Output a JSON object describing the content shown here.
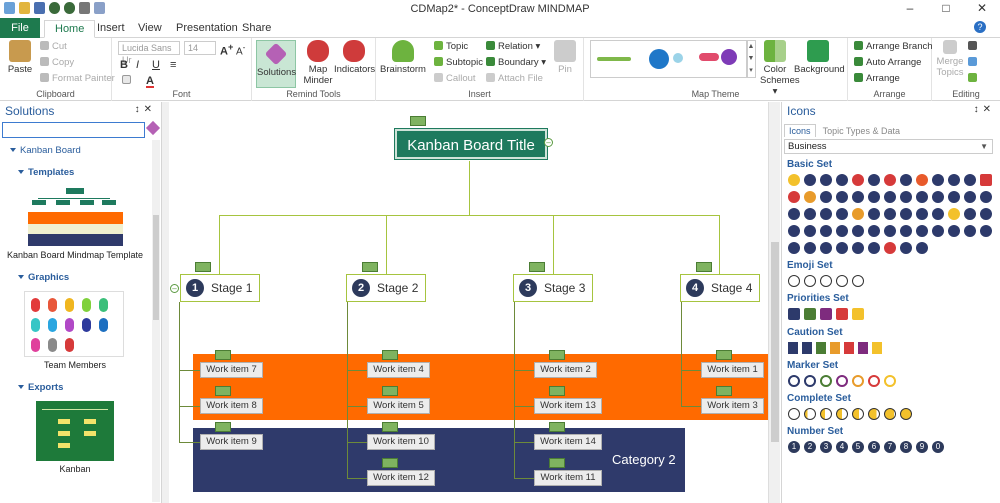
{
  "window": {
    "title": "CDMap2* - ConceptDraw MINDMAP"
  },
  "ribbon_tabs": [
    "File",
    "Home",
    "Insert",
    "View",
    "Presentation",
    "Share"
  ],
  "clipboard": {
    "paste": "Paste",
    "cut": "Cut",
    "copy": "Copy",
    "format_painter": "Format Painter",
    "label": "Clipboard"
  },
  "font": {
    "family": "Lucida Sans Ur",
    "size": "14",
    "label": "Font"
  },
  "remind_tools": {
    "solutions": "Solutions",
    "map_minder": "Map\nMinder",
    "indicators": "Indicators",
    "label": "Remind Tools"
  },
  "insert": {
    "brainstorm": "Brainstorm",
    "topic": "Topic",
    "subtopic": "Subtopic",
    "callout": "Callout",
    "relation": "Relation",
    "boundary": "Boundary",
    "attach_file": "Attach File",
    "pin": "Pin",
    "label": "Insert"
  },
  "map_theme": {
    "color_schemes": "Color\nSchemes",
    "background": "Background",
    "label": "Map Theme"
  },
  "arrange": {
    "arrange_branch": "Arrange Branch",
    "auto_arrange": "Auto Arrange",
    "arrange": "Arrange",
    "label": "Arrange"
  },
  "editing": {
    "merge_topics": "Merge\nTopics",
    "label": "Editing"
  },
  "solutions_panel": {
    "title": "Solutions",
    "kanban": "Kanban Board",
    "templates": "Templates",
    "template_name": "Kanban Board Mindmap Template",
    "graphics": "Graphics",
    "graphic_name": "Team Members",
    "exports": "Exports",
    "export_name": "Kanban"
  },
  "map": {
    "title": "Kanban Board Title",
    "stages": [
      "Stage 1",
      "Stage 2",
      "Stage 3",
      "Stage 4"
    ],
    "stage_nums": [
      "1",
      "2",
      "3",
      "4"
    ],
    "items": {
      "s1": [
        "Work item 7",
        "Work item 8",
        "Work item 9"
      ],
      "s2": [
        "Work item 4",
        "Work item 5",
        "Work item 10",
        "Work item 12"
      ],
      "s3": [
        "Work item 2",
        "Work item 13",
        "Work item 14",
        "Work item 11"
      ],
      "s4": [
        "Work item 1",
        "Work item 3"
      ]
    },
    "category2": "Category 2"
  },
  "icons_panel": {
    "title": "Icons",
    "tab_icons": "Icons",
    "tab_topic_types": "Topic Types & Data",
    "selected_library": "Business",
    "sets": [
      "Basic Set",
      "Emoji Set",
      "Priorities Set",
      "Caution Set",
      "Marker Set",
      "Complete Set",
      "Number Set"
    ],
    "number_set_digits": [
      "1",
      "2",
      "3",
      "4",
      "5",
      "6",
      "7",
      "8",
      "9",
      "0"
    ]
  },
  "colors": {
    "accent": "#1e7a4e",
    "orange_band": "#ff6a00",
    "navy_band": "#2f3a6b",
    "branch_line": "#a6c43f"
  }
}
